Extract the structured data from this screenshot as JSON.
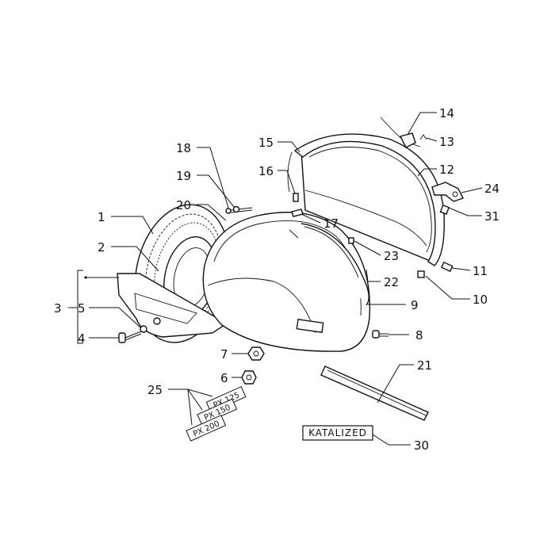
{
  "callouts": {
    "c1": "1",
    "c2": "2",
    "c3": "3",
    "c4": "4",
    "c5": "5",
    "c6": "6",
    "c7": "7",
    "c8": "8",
    "c9": "9",
    "c10": "10",
    "c11": "11",
    "c12": "12",
    "c13": "13",
    "c14": "14",
    "c15": "15",
    "c16": "16",
    "c17": "17",
    "c18": "18",
    "c19": "19",
    "c20": "20",
    "c21": "21",
    "c22": "22",
    "c23": "23",
    "c24": "24",
    "c25": "25",
    "c30": "30",
    "c31": "31"
  },
  "decals": {
    "px125": "PX 125",
    "px150": "PX 150",
    "px200": "PX 200",
    "katalized": "KATALIZED"
  }
}
